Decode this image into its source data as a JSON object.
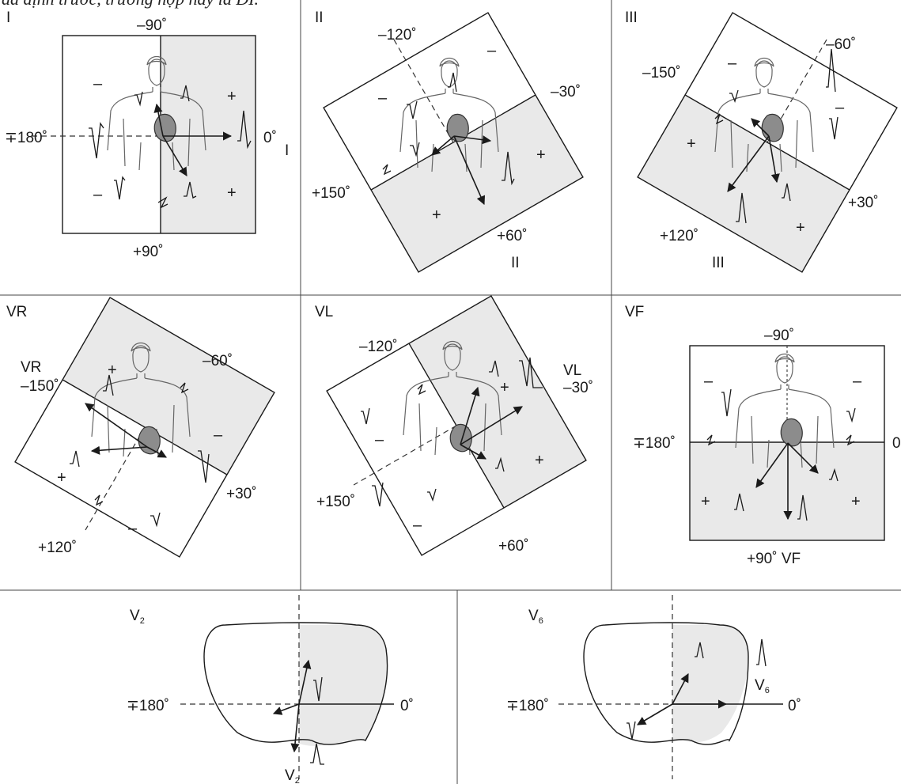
{
  "caption": "đã định trước, trường hợp này là DI.",
  "panels": {
    "I": {
      "title": "I",
      "angle_top": "–90˚",
      "angle_bottom": "+90˚",
      "angle_left": "∓180˚",
      "angle_right": "0˚",
      "lead_label": "I",
      "signs": [
        "–",
        "+",
        "–",
        "+"
      ]
    },
    "II": {
      "title": "II",
      "angle_a": "–120˚",
      "angle_b": "–30˚",
      "angle_c": "+150˚",
      "angle_d": "+60˚",
      "lead_label": "II",
      "signs": [
        "–",
        "–",
        "+",
        "+"
      ]
    },
    "III": {
      "title": "III",
      "angle_a": "–60˚",
      "angle_b": "–150˚",
      "angle_c": "+30˚",
      "angle_d": "+120˚",
      "lead_label": "III",
      "signs": [
        "–",
        "–",
        "+",
        "+"
      ]
    },
    "VR": {
      "title": "VR",
      "lead_label": "VR",
      "angle_a": "–150˚",
      "angle_b": "–60˚",
      "angle_c": "+30˚",
      "angle_d": "+120˚",
      "signs": [
        "+",
        "–",
        "+",
        "–"
      ]
    },
    "VL": {
      "title": "VL",
      "lead_label": "VL",
      "angle_a": "–120˚",
      "angle_b": "–30˚",
      "angle_c": "+150˚",
      "angle_d": "+60˚",
      "signs": [
        "+",
        "–",
        "+",
        "–"
      ]
    },
    "VF": {
      "title": "VF",
      "angle_top": "–90˚",
      "angle_left": "∓180˚",
      "angle_right": "0",
      "angle_bottom": "+90˚ VF",
      "signs": [
        "–",
        "–",
        "+",
        "+"
      ]
    },
    "V2": {
      "title": "V",
      "title_sub": "2",
      "angle_left": "∓180˚",
      "angle_right": "0˚",
      "lead_label": "V",
      "lead_sub": "2"
    },
    "V6": {
      "title": "V",
      "title_sub": "6",
      "angle_left": "∓180˚",
      "angle_right": "0˚",
      "lead_label": "V",
      "lead_sub": "6"
    }
  },
  "icons": {
    "shape": "torso-figure",
    "heart": "heart-icon",
    "vector": "arrow-icon"
  }
}
